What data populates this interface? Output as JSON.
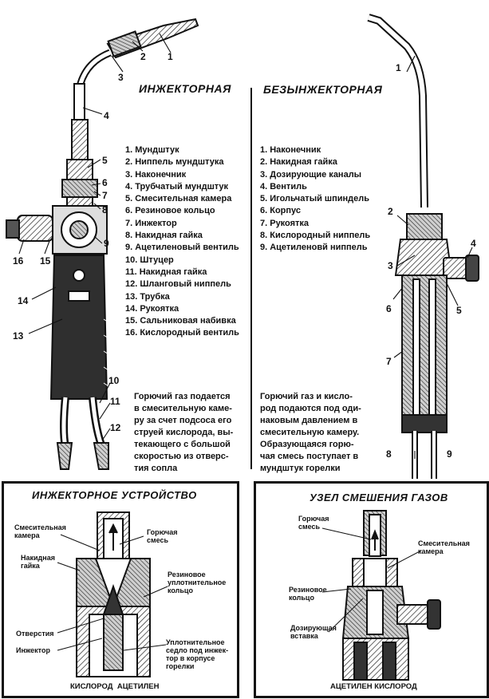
{
  "injector_torch": {
    "title": "ИНЖЕКТОРНАЯ",
    "legend": [
      "1. Мундштук",
      "2. Ниппель мундштука",
      "3. Наконечник",
      "4. Трубчатый мундштук",
      "5. Смесительная камера",
      "6. Резиновое кольцо",
      "7. Инжектор",
      "8. Накидная гайка",
      "9. Ацетиленовый вентиль",
      "10. Штуцер",
      "11. Накидная гайка",
      "12. Шланговый ниппель",
      "13. Трубка",
      "14. Рукоятка",
      "15. Сальниковая набивка",
      "16. Кислородный вентиль"
    ],
    "note_lines": [
      "Горючий газ подается",
      "в смесительную каме-",
      "ру за счет подсоса его",
      "струей кислорода, вы-",
      "текающего с большой",
      "скоростью из отверс-",
      "тия сопла"
    ],
    "callouts": [
      "1",
      "2",
      "3",
      "4",
      "5",
      "6",
      "7",
      "8",
      "9",
      "10",
      "11",
      "12",
      "13",
      "14",
      "15",
      "16"
    ]
  },
  "non_injector_torch": {
    "title": "БЕЗЫНЖЕКТОРНАЯ",
    "legend": [
      "1. Наконечник",
      "2. Накидная гайка",
      "3. Дозирующие каналы",
      "4. Вентиль",
      "5. Игольчатый шпиндель",
      "6. Корпус",
      "7. Рукоятка",
      "8. Кислородный ниппель",
      "9. Ацетиленовй ниппель"
    ],
    "note_lines": [
      "Горючий газ и кисло-",
      "род подаются под оди-",
      "наковым давлением в",
      "смесительную камеру.",
      "Образующаяся горю-",
      "чая смесь поступает в",
      "мундштук горелки"
    ],
    "callouts": [
      "1",
      "2",
      "3",
      "4",
      "5",
      "6",
      "7",
      "8",
      "9"
    ]
  },
  "injector_device": {
    "title": "ИНЖЕКТОРНОЕ УСТРОЙСТВО",
    "labels": {
      "mixing_chamber": "Смесительная камера",
      "combustible_mix": "Горючая смесь",
      "union_nut": "Накидная гайка",
      "rubber_ring": "Резиновое уплотнительное кольцо",
      "holes": "Отверстия",
      "injector": "Инжектор",
      "seal_seat": "Уплотнительное седло под инжек-тор в корпусе горелки"
    },
    "bottom_caption": "КИСЛОРОД  АЦЕТИЛЕН"
  },
  "mixing_unit": {
    "title": "УЗЕЛ СМЕШЕНИЯ ГАЗОВ",
    "labels": {
      "combustible_mix": "Горючая смесь",
      "mixing_chamber": "Смесительная камера",
      "rubber_ring": "Резиновое кольцо",
      "dosing_insert": "Дозирующая вставка"
    },
    "bottom_caption": "АЦЕТИЛЕН КИСЛОРОД"
  }
}
